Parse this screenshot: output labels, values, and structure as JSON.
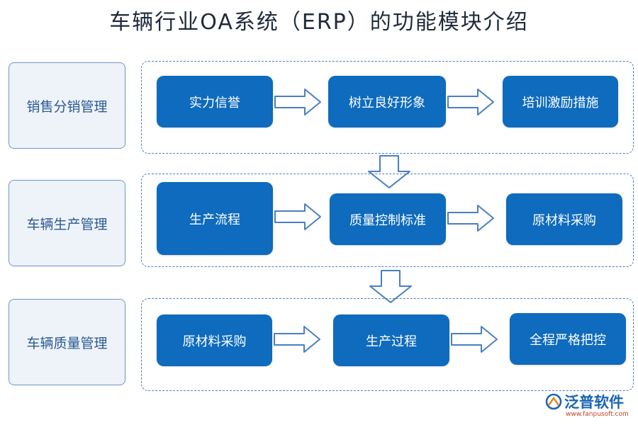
{
  "title": "车辆行业OA系统（ERP）的功能模块介绍",
  "rows": [
    {
      "label": "销售分销管理",
      "steps": [
        "实力信誉",
        "树立良好形象",
        "培训激励措施"
      ]
    },
    {
      "label": "车辆生产管理",
      "steps": [
        "生产流程",
        "质量控制标准",
        "原材料采购"
      ]
    },
    {
      "label": "车辆质量管理",
      "steps": [
        "原材料采购",
        "生产过程",
        "全程严格把控"
      ]
    }
  ],
  "colors": {
    "node_fill": "#0e6bbd",
    "frame_border": "#4a7fc1",
    "label_text": "#2a5a92"
  },
  "logo": {
    "name": "泛普软件",
    "url": "www.fanpusoft.com"
  }
}
